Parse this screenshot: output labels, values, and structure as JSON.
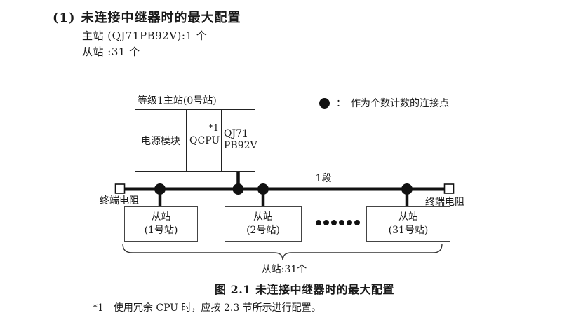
{
  "intro": {
    "heading_number": "(1)",
    "heading_text": "未连接中继器时的最大配置",
    "master_count_line": "主站 (QJ71PB92V):1 个",
    "slave_count_line": "从站 :31 个"
  },
  "diagram": {
    "master_label": "等级1主站(0号站)",
    "master_cells": {
      "power": "电源模块",
      "cpu": "QCPU",
      "cpu_note": "*1",
      "module_line1": "QJ71",
      "module_line2": "PB92V"
    },
    "legend": {
      "symbol_name": "connection-point-dot",
      "separator": "：",
      "text": "作为个数计数的连接点"
    },
    "segment_label": "1段",
    "terminator_left_label": "终端电阻",
    "terminator_right_label": "终端电阻",
    "slaves": [
      {
        "line1": "从站",
        "line2": "(1号站)"
      },
      {
        "line1": "从站",
        "line2": "(2号站)"
      },
      {
        "line1": "从站",
        "line2": "(31号站)"
      }
    ],
    "brace_label": "从站:31个",
    "colors": {
      "line": "#111111",
      "box_border": "#222222",
      "background": "#ffffff"
    }
  },
  "caption": "图 2.1 未连接中继器时的最大配置",
  "footnote": {
    "marker": "*1",
    "text": "使用冗余 CPU 时，应按 2.3 节所示进行配置。"
  }
}
